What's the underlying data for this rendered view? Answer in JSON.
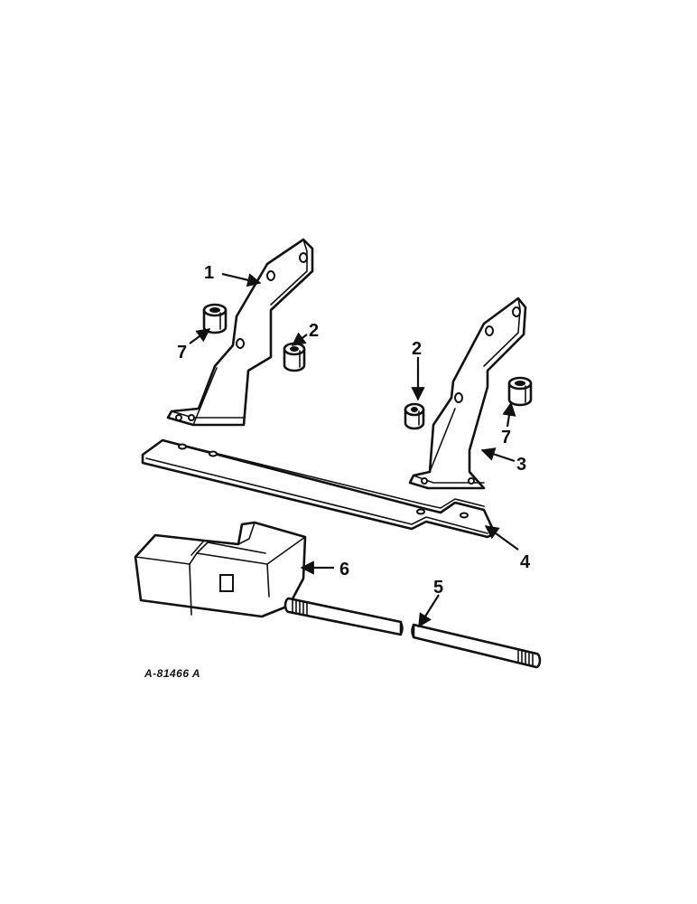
{
  "diagram": {
    "callouts": {
      "c1": "1",
      "c2a": "2",
      "c2b": "2",
      "c3": "3",
      "c4": "4",
      "c5": "5",
      "c6": "6",
      "c7a": "7",
      "c7b": "7"
    },
    "reference": "A-81466 A"
  }
}
